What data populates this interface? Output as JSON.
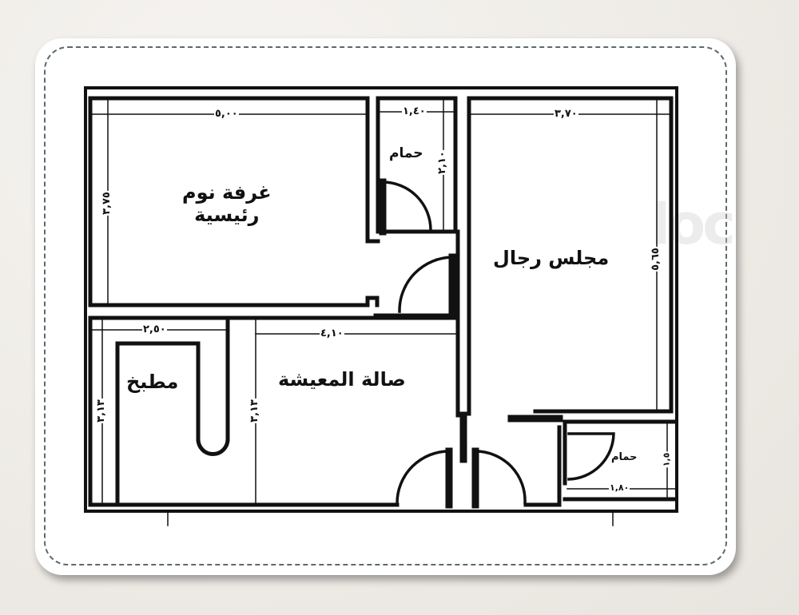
{
  "floor_plan": {
    "rooms": [
      {
        "id": "master-bedroom",
        "label_line1": "غرفة نوم",
        "label_line2": "رئيسية",
        "width": "٥,٠٠",
        "depth": "٣,٧٥"
      },
      {
        "id": "bathroom-1",
        "label": "حمام",
        "width": "١,٤٠",
        "depth": "٢,١٠"
      },
      {
        "id": "men-majlis",
        "label": "مجلس رجال",
        "width": "٣,٧٠",
        "depth": "٥,٦٥"
      },
      {
        "id": "kitchen",
        "label": "مطبخ",
        "width": "٢,٥٠",
        "depth": "٣,١٣"
      },
      {
        "id": "living-hall",
        "label": "صالة المعيشة",
        "width": "٤,١٠",
        "depth": "٣,١٣"
      },
      {
        "id": "bathroom-2",
        "label": "حمام",
        "width": "١,٨٠",
        "depth": "١,٥"
      }
    ],
    "colors": {
      "wall": "#111111",
      "card": "#ffffff",
      "dash_border": "#5b6b68",
      "background": "#eeebe6"
    }
  }
}
